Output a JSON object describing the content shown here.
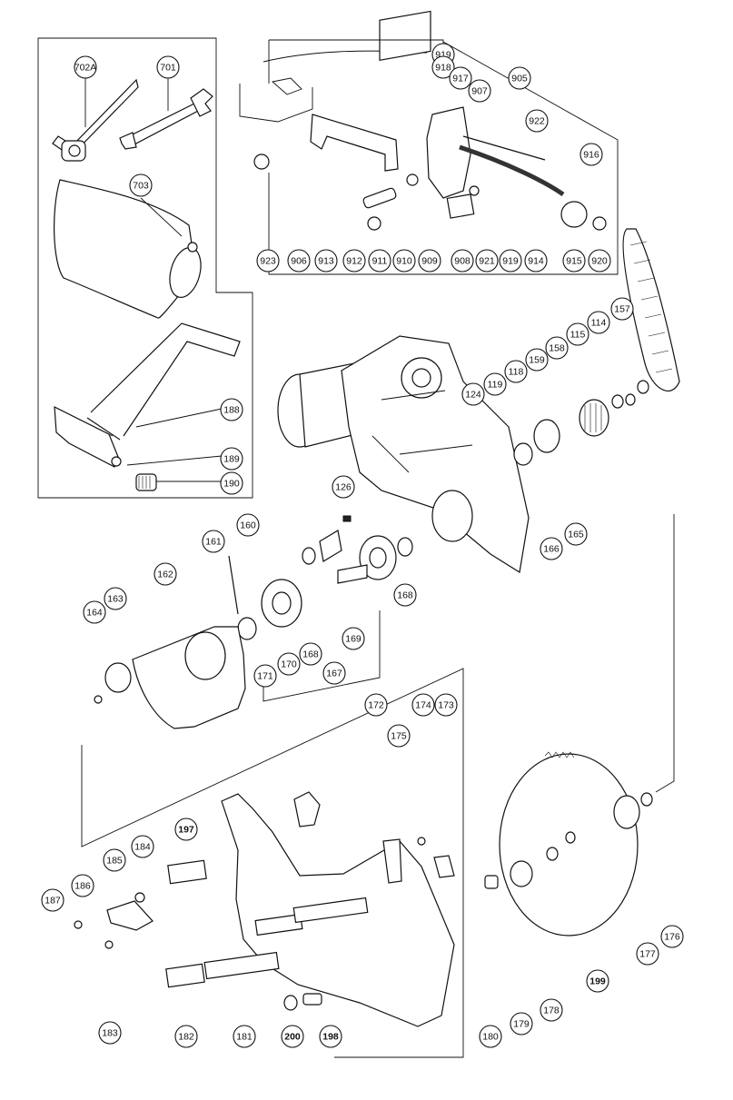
{
  "diagram": {
    "callouts": [
      {
        "id": "c702A",
        "label": "702A"
      },
      {
        "id": "c701",
        "label": "701"
      },
      {
        "id": "c703",
        "label": "703"
      },
      {
        "id": "c188",
        "label": "188"
      },
      {
        "id": "c189",
        "label": "189"
      },
      {
        "id": "c190",
        "label": "190"
      },
      {
        "id": "c919a",
        "label": "919"
      },
      {
        "id": "c918",
        "label": "918"
      },
      {
        "id": "c917",
        "label": "917"
      },
      {
        "id": "c905",
        "label": "905"
      },
      {
        "id": "c907",
        "label": "907"
      },
      {
        "id": "c922",
        "label": "922"
      },
      {
        "id": "c916",
        "label": "916"
      },
      {
        "id": "c923",
        "label": "923"
      },
      {
        "id": "c906",
        "label": "906"
      },
      {
        "id": "c913",
        "label": "913"
      },
      {
        "id": "c912",
        "label": "912"
      },
      {
        "id": "c911",
        "label": "911"
      },
      {
        "id": "c910",
        "label": "910"
      },
      {
        "id": "c909",
        "label": "909"
      },
      {
        "id": "c908",
        "label": "908"
      },
      {
        "id": "c921",
        "label": "921"
      },
      {
        "id": "c919b",
        "label": "919"
      },
      {
        "id": "c914",
        "label": "914"
      },
      {
        "id": "c915",
        "label": "915"
      },
      {
        "id": "c920",
        "label": "920"
      },
      {
        "id": "c157",
        "label": "157"
      },
      {
        "id": "c114",
        "label": "114"
      },
      {
        "id": "c115",
        "label": "115"
      },
      {
        "id": "c158",
        "label": "158"
      },
      {
        "id": "c159",
        "label": "159"
      },
      {
        "id": "c118",
        "label": "118"
      },
      {
        "id": "c119",
        "label": "119"
      },
      {
        "id": "c124",
        "label": "124"
      },
      {
        "id": "c126",
        "label": "126"
      },
      {
        "id": "c166",
        "label": "166"
      },
      {
        "id": "c165",
        "label": "165"
      },
      {
        "id": "c160",
        "label": "160"
      },
      {
        "id": "c161",
        "label": "161"
      },
      {
        "id": "c162",
        "label": "162"
      },
      {
        "id": "c163",
        "label": "163"
      },
      {
        "id": "c164",
        "label": "164"
      },
      {
        "id": "c168a",
        "label": "168"
      },
      {
        "id": "c168b",
        "label": "168"
      },
      {
        "id": "c169",
        "label": "169"
      },
      {
        "id": "c170",
        "label": "170"
      },
      {
        "id": "c171",
        "label": "171"
      },
      {
        "id": "c167",
        "label": "167"
      },
      {
        "id": "c172",
        "label": "172"
      },
      {
        "id": "c174",
        "label": "174"
      },
      {
        "id": "c173",
        "label": "173"
      },
      {
        "id": "c175",
        "label": "175"
      },
      {
        "id": "c197",
        "label": "197"
      },
      {
        "id": "c184",
        "label": "184"
      },
      {
        "id": "c185",
        "label": "185"
      },
      {
        "id": "c186",
        "label": "186"
      },
      {
        "id": "c187",
        "label": "187"
      },
      {
        "id": "c183",
        "label": "183"
      },
      {
        "id": "c182",
        "label": "182"
      },
      {
        "id": "c181",
        "label": "181"
      },
      {
        "id": "c200",
        "label": "200"
      },
      {
        "id": "c198",
        "label": "198"
      },
      {
        "id": "c180",
        "label": "180"
      },
      {
        "id": "c179",
        "label": "179"
      },
      {
        "id": "c178",
        "label": "178"
      },
      {
        "id": "c199",
        "label": "199"
      },
      {
        "id": "c177",
        "label": "177"
      },
      {
        "id": "c176",
        "label": "176"
      }
    ]
  }
}
